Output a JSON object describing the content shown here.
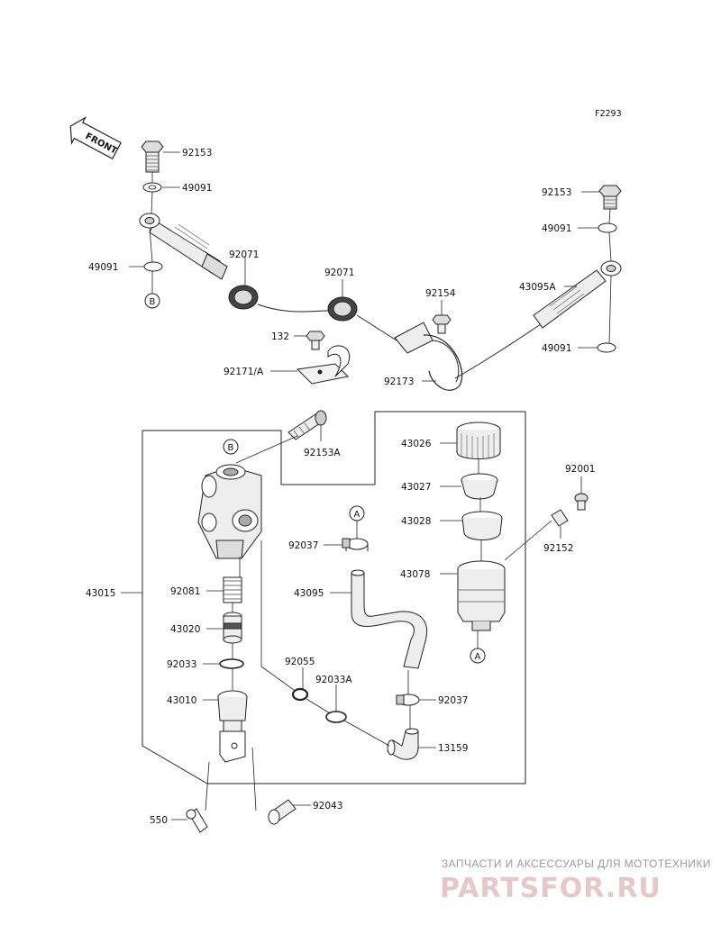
{
  "diagram": {
    "code": "F2293",
    "front_label": "FRONT",
    "callouts": {
      "ref_b": "B",
      "ref_a": "A"
    },
    "labels": {
      "p92153_top_left": "92153",
      "p49091_top_left": "49091",
      "p49091_left": "49091",
      "p92071_left": "92071",
      "p92071_mid": "92071",
      "p132": "132",
      "p92171a": "92171/A",
      "p92154": "92154",
      "p92173": "92173",
      "p43095a": "43095A",
      "p92153_right": "92153",
      "p49091_right_top": "49091",
      "p49091_right_bot": "49091",
      "p92153a": "92153A",
      "p43026": "43026",
      "p43027": "43027",
      "p43028": "43028",
      "p43078": "43078",
      "p92001": "92001",
      "p92152": "92152",
      "p92037_top": "92037",
      "p43095": "43095",
      "p43015": "43015",
      "p92081": "92081",
      "p43020": "43020",
      "p92033": "92033",
      "p92055": "92055",
      "p92033a": "92033A",
      "p43010": "43010",
      "p92037_bot": "92037",
      "p13159": "13159",
      "p550": "550",
      "p92043": "92043"
    }
  },
  "watermark": {
    "tagline": "ЗАПЧАСТИ И АКСЕССУАРЫ ДЛЯ МОТОТЕХНИКИ",
    "brand": "PARTSFOR.RU"
  }
}
